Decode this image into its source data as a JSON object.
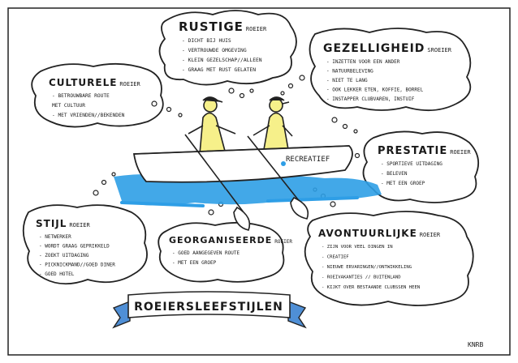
{
  "clouds": [
    {
      "id": "rustige",
      "title_big": "RUSTIGE",
      "title_small": "ROEIER",
      "items": [
        "- DICHT BIJ HUIS",
        "- VERTROUWDE OMGEVING",
        "- KLEIN GEZELSCHAP//ALLEEN",
        "- GRAAG MET RUST GELATEN"
      ]
    },
    {
      "id": "gezelligheid",
      "title_big": "GEZELLIGHEID",
      "title_small": "SROEIER",
      "items": [
        "- INZETTEN VOOR EEN ANDER",
        "- NATUURBELEVING",
        "- NIET TE LANG",
        "- OOK LEKKER ETEN, KOFFIE, BORREL",
        "- INSTAPPER CLUBVAREN, INSTUIF"
      ]
    },
    {
      "id": "culturele",
      "title_big": "CULTURELE",
      "title_small": "ROEIER",
      "items": [
        "- BETROUWBARE ROUTE",
        "  MET CULTUUR",
        "- MET VRIENDEN//BEKENDEN"
      ]
    },
    {
      "id": "prestatie",
      "title_big": "PRESTATIE",
      "title_small": "ROEIER",
      "items": [
        "- SPORTIEVE UITDAGING",
        "- BELEVEN",
        "- MET EEN GROEP"
      ]
    },
    {
      "id": "stijl",
      "title_big": "STIJL",
      "title_small": "ROEIER",
      "items": [
        "- NETWERKER",
        "- WORDT GRAAG GEPRIKKELD",
        "- ZOEKT UITDAGING",
        "- PICKNICKMAND//GOED DINER",
        "- GOED HOTEL"
      ]
    },
    {
      "id": "georganiseerde",
      "title_big": "GEORGANISEERDE",
      "title_small": "ROEIER",
      "items": [
        "- GOED AANGEGEVEN ROUTE",
        "- MET EEN GROEP"
      ]
    },
    {
      "id": "avontuurlijke",
      "title_big": "AVONTUURLIJKE",
      "title_small": "ROEIER",
      "items": [
        "- ZIJN VOOR VEEL DINGEN IN",
        "- CREATIEF",
        "- NIEUWE ERVARINGEN//ONTWIKKELING",
        "- ROEIVAKANTIES // BUITENLAND",
        "- KIJKT OVER BESTAANDE CLUBSSEN HEEN"
      ]
    }
  ],
  "boat_label": "RECREATIEF",
  "banner_text": "ROEIERSLEEFSTIJLEN",
  "signature": "KNRB",
  "colors": {
    "water": "#2e9ee6",
    "skin": "#f6f08a",
    "banner": "#4f8fd6",
    "ink": "#1a1a1a"
  }
}
